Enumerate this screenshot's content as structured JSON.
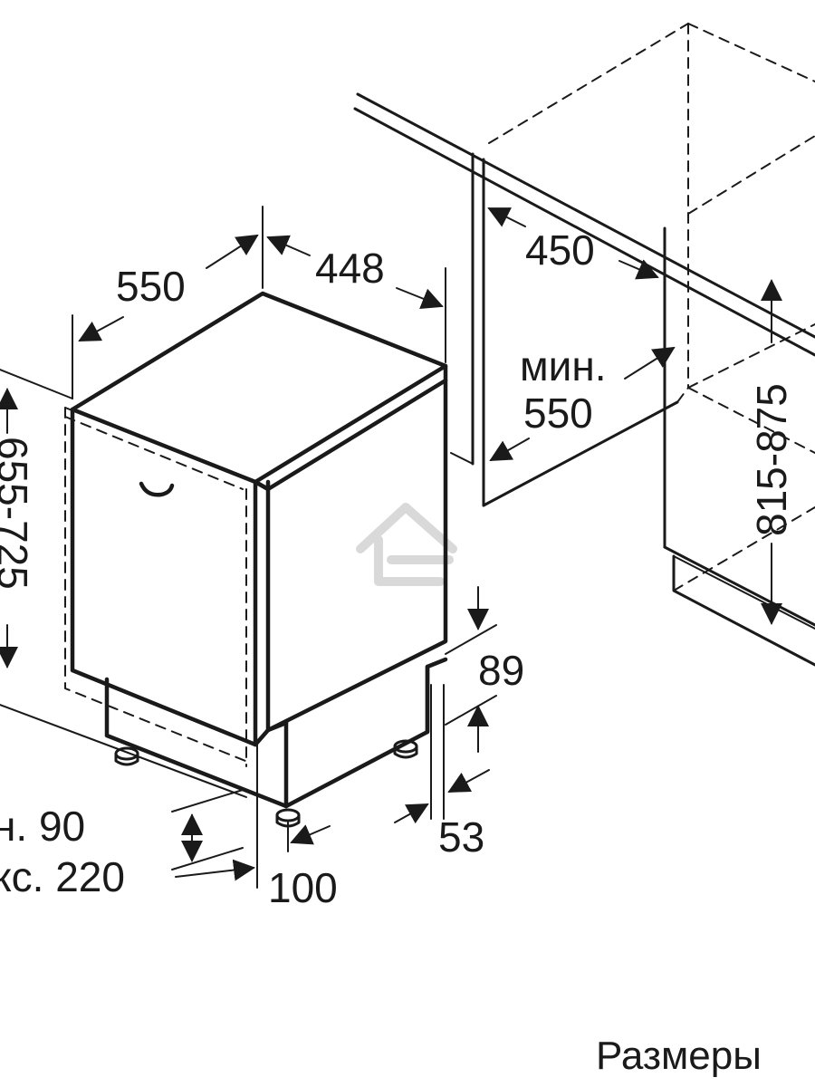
{
  "dimensions": {
    "depth": "550",
    "width": "448",
    "niche_width": "450",
    "niche_depth_label": "мин.",
    "niche_depth_value": "550",
    "niche_height": "815-875",
    "appliance_height": "655-725",
    "plinth_height": "89",
    "plinth_offset": "53",
    "foot_distance": "100",
    "plinth_min": "н. 90",
    "plinth_max": "кс. 220"
  },
  "caption": "Размеры",
  "watermark_icon": "house-outline-icon"
}
